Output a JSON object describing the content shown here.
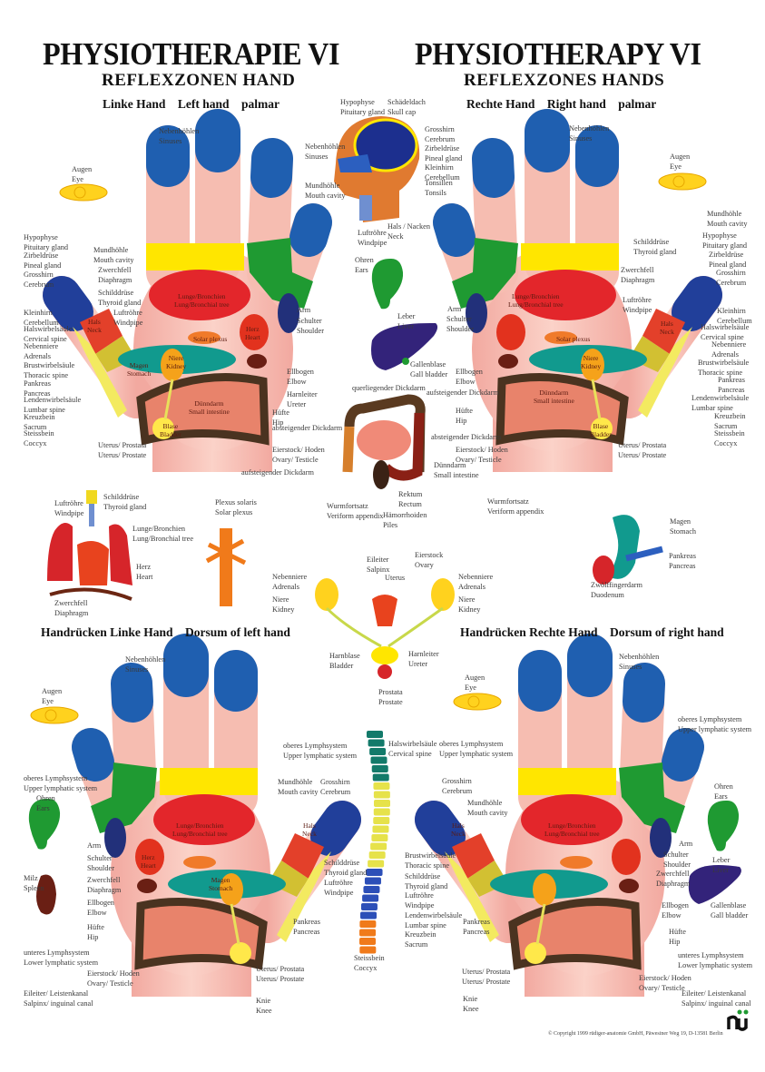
{
  "header": {
    "title_de": "PHYSIOTHERAPIE VI",
    "subtitle_de": "REFLEXZONEN HAND",
    "title_en": "PHYSIOTHERAPY VI",
    "subtitle_en": "REFLEXZONES HANDS"
  },
  "sections": {
    "palmar_left": "Linke Hand    Left hand    palmar",
    "palmar_right": "Rechte Hand    Right hand    palmar",
    "dorsal_left": "Handrücken Linke Hand    Dorsum of left hand",
    "dorsal_right": "Handrücken Rechte Hand    Dorsum of right hand"
  },
  "labels": {
    "palmar_left": [
      "Nebenhöhlen\nSinuses",
      "Augen\nEye",
      "Hypophyse\nPituitary gland",
      "Zirbeldrüse\nPineal gland",
      "Grosshirn\nCerebrum",
      "Mundhöhle\nMouth cavity",
      "Zwerchfell\nDiaphragm",
      "Schilddrüse\nThyroid gland",
      "Luftröhre\nWindpipe",
      "Kleinhirn\nCerebellum",
      "Halswirbelsäule\nCervical spine",
      "Nebenniere\nAdrenals",
      "Brustwirbelsäule\nThoracic spine",
      "Pankreas\nPancreas",
      "Lendenwirbelsäule\nLumbar spine",
      "Kreuzbein\nSacrum",
      "Steissbein\nCoccyx",
      "Uterus/ Prostata\nUterus/ Prostate",
      "Arm",
      "Schulter\nShoulder",
      "Ellbogen\nElbow",
      "Harnleiter\nUreter",
      "Hüfte\nHip",
      "absteigender Dickdarm",
      "Eierstock/ Hoden\nOvary/ Testicle"
    ],
    "center": [
      "Hypophyse\nPituitary gland",
      "Schädeldach\nSkull cap",
      "Grosshirn\nCerebrum",
      "Zirbeldrüse\nPineal gland",
      "Kleinhirn\nCerebellum",
      "Tonsillen\nTonsils",
      "Nebenhöhlen\nSinuses",
      "Mundhöhle\nMouth cavity",
      "Luftröhre\nWindpipe",
      "Hals / Nacken\nNeck",
      "Ohren\nEars",
      "Leber\nLiver",
      "Gallenblase\nGall bladder",
      "querliegender Dickdarm",
      "aufsteigender Dickdarm",
      "absteigender Dickdarm",
      "Dünndarm\nSmall intestine",
      "Rektum\nRectum",
      "Hämorrhoiden\nPiles",
      "Wurmfortsatz\nVeriform appendix",
      "aufsteigender Dickdarm"
    ],
    "palmar_right": [
      "Nebenhöhlen\nSinuses",
      "Augen\nEye",
      "Mundhöhle\nMouth cavity",
      "Hypophyse\nPituitary gland",
      "Zirbeldrüse\nPineal gland",
      "Grosshirn\nCerebrum",
      "Schilddrüse\nThyroid gland",
      "Zwerchfell\nDiaphragm",
      "Luftröhre\nWindpipe",
      "Kleinhirn\nCerebellum",
      "Halswirbelsäule\nCervical spine",
      "Nebenniere\nAdrenals",
      "Brustwirbelsäule\nThoracic spine",
      "Pankreas\nPancreas",
      "Lendenwirbelsäule\nLumbar spine",
      "Kreuzbein\nSacrum",
      "Steissbein\nCoccyx",
      "Uterus/ Prostata\nUterus/ Prostate",
      "Arm",
      "Schulter\nShoulder",
      "Ellbogen\nElbow",
      "Hüfte\nHip",
      "Eierstock/ Hoden\nOvary/ Testicle",
      "Wurmfortsatz\nVeriform appendix"
    ],
    "middle": [
      "Schilddrüse\nThyroid gland",
      "Luftröhre\nWindpipe",
      "Lunge/Bronchien\nLung/Bronchial tree",
      "Herz\nHeart",
      "Zwerchfell\nDiaphragm",
      "Plexus solaris\nSolar plexus",
      "Eileiter\nSalpinx",
      "Eierstock\nOvary",
      "Uterus",
      "Nebenniere\nAdrenals",
      "Nebenniere\nAdrenals",
      "Niere\nKidney",
      "Niere\nKidney",
      "Harnblase\nBladder",
      "Harnleiter\nUreter",
      "Prostata\nProstate",
      "Magen\nStomach",
      "Pankreas\nPancreas",
      "Zwölffingerdarm\nDuodenum"
    ],
    "dorsal_left": [
      "Nebenhöhlen\nSinuses",
      "Augen\nEye",
      "oberes Lymphsystem\nUpper lymphatic system",
      "Ohren\nEars",
      "Arm",
      "Schulter\nShoulder",
      "Milz\nSpleen",
      "Zwerchfell\nDiaphragm",
      "Ellbogen\nElbow",
      "Hüfte\nHip",
      "unteres Lymphsystem\nLower lymphatic system",
      "Eierstock/ Hoden\nOvary/ Testicle",
      "Eileiter/ Leistenkanal\nSalpinx/ inguinal canal",
      "Knie\nKnee",
      "Uterus/ Prostata\nUterus/ Prostate",
      "Pankreas\nPancreas",
      "Luftröhre\nWindpipe",
      "Schilddrüse\nThyroid gland",
      "Mundhöhle\nMouth cavity",
      "Grosshirn\nCerebrum",
      "oberes Lymphsystem\nUpper lymphatic system",
      "Steissbein\nCoccyx"
    ],
    "spine": [
      "Halswirbelsäule\nCervical spine",
      "Brustwirbelsäule\nThoracic spine",
      "Schilddrüse\nThyroid gland",
      "Luftröhre\nWindpipe",
      "Lendenwirbelsäule\nLumbar spine",
      "Kreuzbein\nSacrum"
    ],
    "dorsal_right": [
      "Nebenhöhlen\nSinuses",
      "Augen\nEye",
      "oberes Lymphsystem\nUpper lymphatic system",
      "oberes Lymphsystem\nUpper lymphatic system",
      "Grosshirn\nCerebrum",
      "Mundhöhle\nMouth cavity",
      "Ohren\nEars",
      "Arm",
      "Schulter\nShoulder",
      "Leber\nLiver",
      "Zwerchfell\nDiaphragm",
      "Ellbogen\nElbow",
      "Gallenblase\nGall bladder",
      "Hüfte\nHip",
      "unteres Lymphsystem\nLower lymphatic system",
      "Uterus/ Prostata\nUterus/ Prostate",
      "Eierstock/ Hoden\nOvary/ Testicle",
      "Eileiter/ Leistenkanal\nSalpinx/ inguinal canal",
      "Knie\nKnee",
      "Pankreas\nPancreas"
    ],
    "zones": [
      "Lunge/Bronchien\nLung/Bronchial tree",
      "Herz\nHeart",
      "Solar plexus",
      "Niere\nKidney",
      "Magen\nStomach",
      "Dünndarm\nSmall intestine",
      "Blase\nBladder",
      "Hals\nNeck",
      "Lunge/Bronchien\nLung/Bronchial tree",
      "Solar plexus",
      "Niere\nKidney",
      "Dünndarm\nSmall intestine",
      "Blase\nBladder",
      "Hals\nNeck",
      "Lunge/Bronchien\nLung/Bronchial tree",
      "Herz\nHeart",
      "Magen\nStomach",
      "Hals\nNeck",
      "Lunge/Bronchien\nLung/Bronchial tree",
      "Hals\nNeck"
    ]
  },
  "footer": {
    "copyright": "© Copyright 1999 rüdiger-anatomie GmbH, Päwesiner Weg 19, D-13581 Berlin",
    "logo_text": "rüdiger anatomie"
  },
  "colors": {
    "skin": "#f6c3b6",
    "fingertip": "#1f5fb0",
    "lung": "#e3262b",
    "yellow": "#ffe600",
    "green": "#1f9a32",
    "teal": "#119a8e",
    "brown": "#4a3320",
    "purple": "#7a2d8f",
    "liver": "#33237a"
  }
}
